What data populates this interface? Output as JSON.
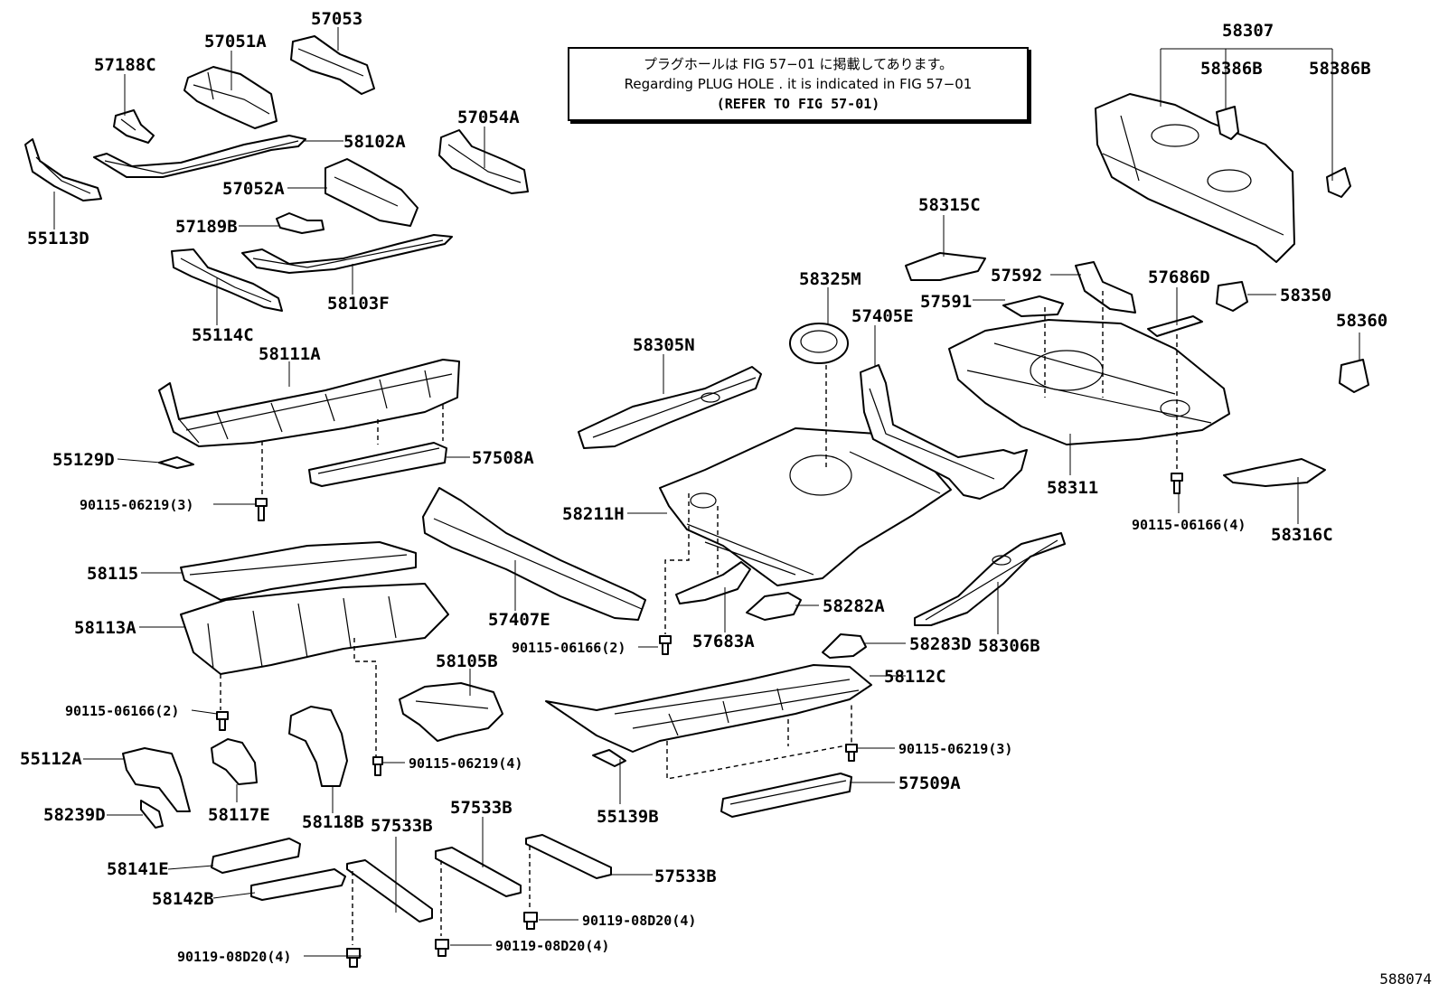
{
  "notice": {
    "line1": "プラグホールは FIG 57−01 に掲載してあります。",
    "line2": "Regarding PLUG HOLE . it is indicated in FIG 57−01",
    "line3": "(REFER TO FIG 57-01)"
  },
  "diagram_id": "588074",
  "labels": {
    "p57053": "57053",
    "p57051A": "57051A",
    "p57188C": "57188C",
    "p55113D": "55113D",
    "p58102A": "58102A",
    "p57054A": "57054A",
    "p57052A": "57052A",
    "p57189B": "57189B",
    "p55114C": "55114C",
    "p58103F": "58103F",
    "p58111A": "58111A",
    "p55129D": "55129D",
    "p57508A": "57508A",
    "p90115_06219_3a": "90115-06219(3)",
    "p58115": "58115",
    "p58113A": "58113A",
    "p90115_06166_2a": "90115-06166(2)",
    "p58105B": "58105B",
    "p90115_06219_4": "90115-06219(4)",
    "p55112A": "55112A",
    "p58239D": "58239D",
    "p58117E": "58117E",
    "p58118B": "58118B",
    "p58141E": "58141E",
    "p58142B": "58142B",
    "p57533Ba": "57533B",
    "p57533Bb": "57533B",
    "p57533Bc": "57533B",
    "p90119_08D20_4a": "90119-08D20(4)",
    "p90119_08D20_4b": "90119-08D20(4)",
    "p90119_08D20_4c": "90119-08D20(4)",
    "p58305N": "58305N",
    "p58211H": "58211H",
    "p57407E": "57407E",
    "p90115_06166_2b": "90115-06166(2)",
    "p57683A": "57683A",
    "p58282A": "58282A",
    "p58283D": "58283D",
    "p58306B": "58306B",
    "p58112C": "58112C",
    "p90115_06219_3b": "90115-06219(3)",
    "p57509A": "57509A",
    "p55139B": "55139B",
    "p58325M": "58325M",
    "p57405E": "57405E",
    "p58315C": "58315C",
    "p57592": "57592",
    "p57591": "57591",
    "p57686D": "57686D",
    "p58350": "58350",
    "p58360": "58360",
    "p58311": "58311",
    "p90115_06166_4": "90115-06166(4)",
    "p58316C": "58316C",
    "p58307": "58307",
    "p58386Ba": "58386B",
    "p58386Bb": "58386B"
  }
}
